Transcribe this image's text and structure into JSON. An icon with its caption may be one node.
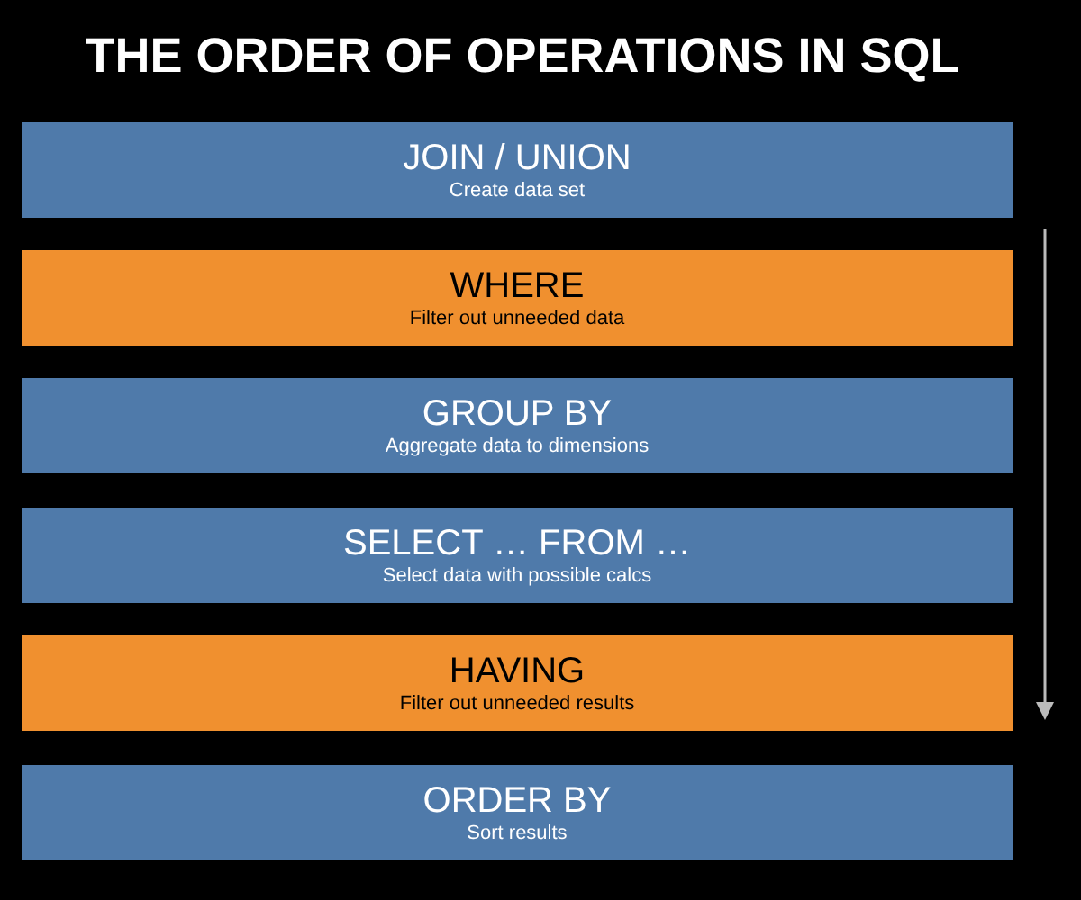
{
  "diagram": {
    "title": "THE ORDER OF OPERATIONS IN SQL",
    "nodes": [
      {
        "text": [
          "JOIN / UNION",
          "Create data set"
        ]
      },
      {
        "text": [
          "WHERE",
          "Filter out unneeded data"
        ]
      },
      {
        "text": [
          "GROUP BY",
          "Aggregate data to dimensions"
        ]
      },
      {
        "text": [
          "SELECT … FROM …",
          "Select data with possible calcs"
        ]
      },
      {
        "text": [
          "HAVING",
          "Filter out unneeded results"
        ]
      },
      {
        "text": [
          "ORDER BY",
          "Sort results"
        ]
      }
    ]
  }
}
